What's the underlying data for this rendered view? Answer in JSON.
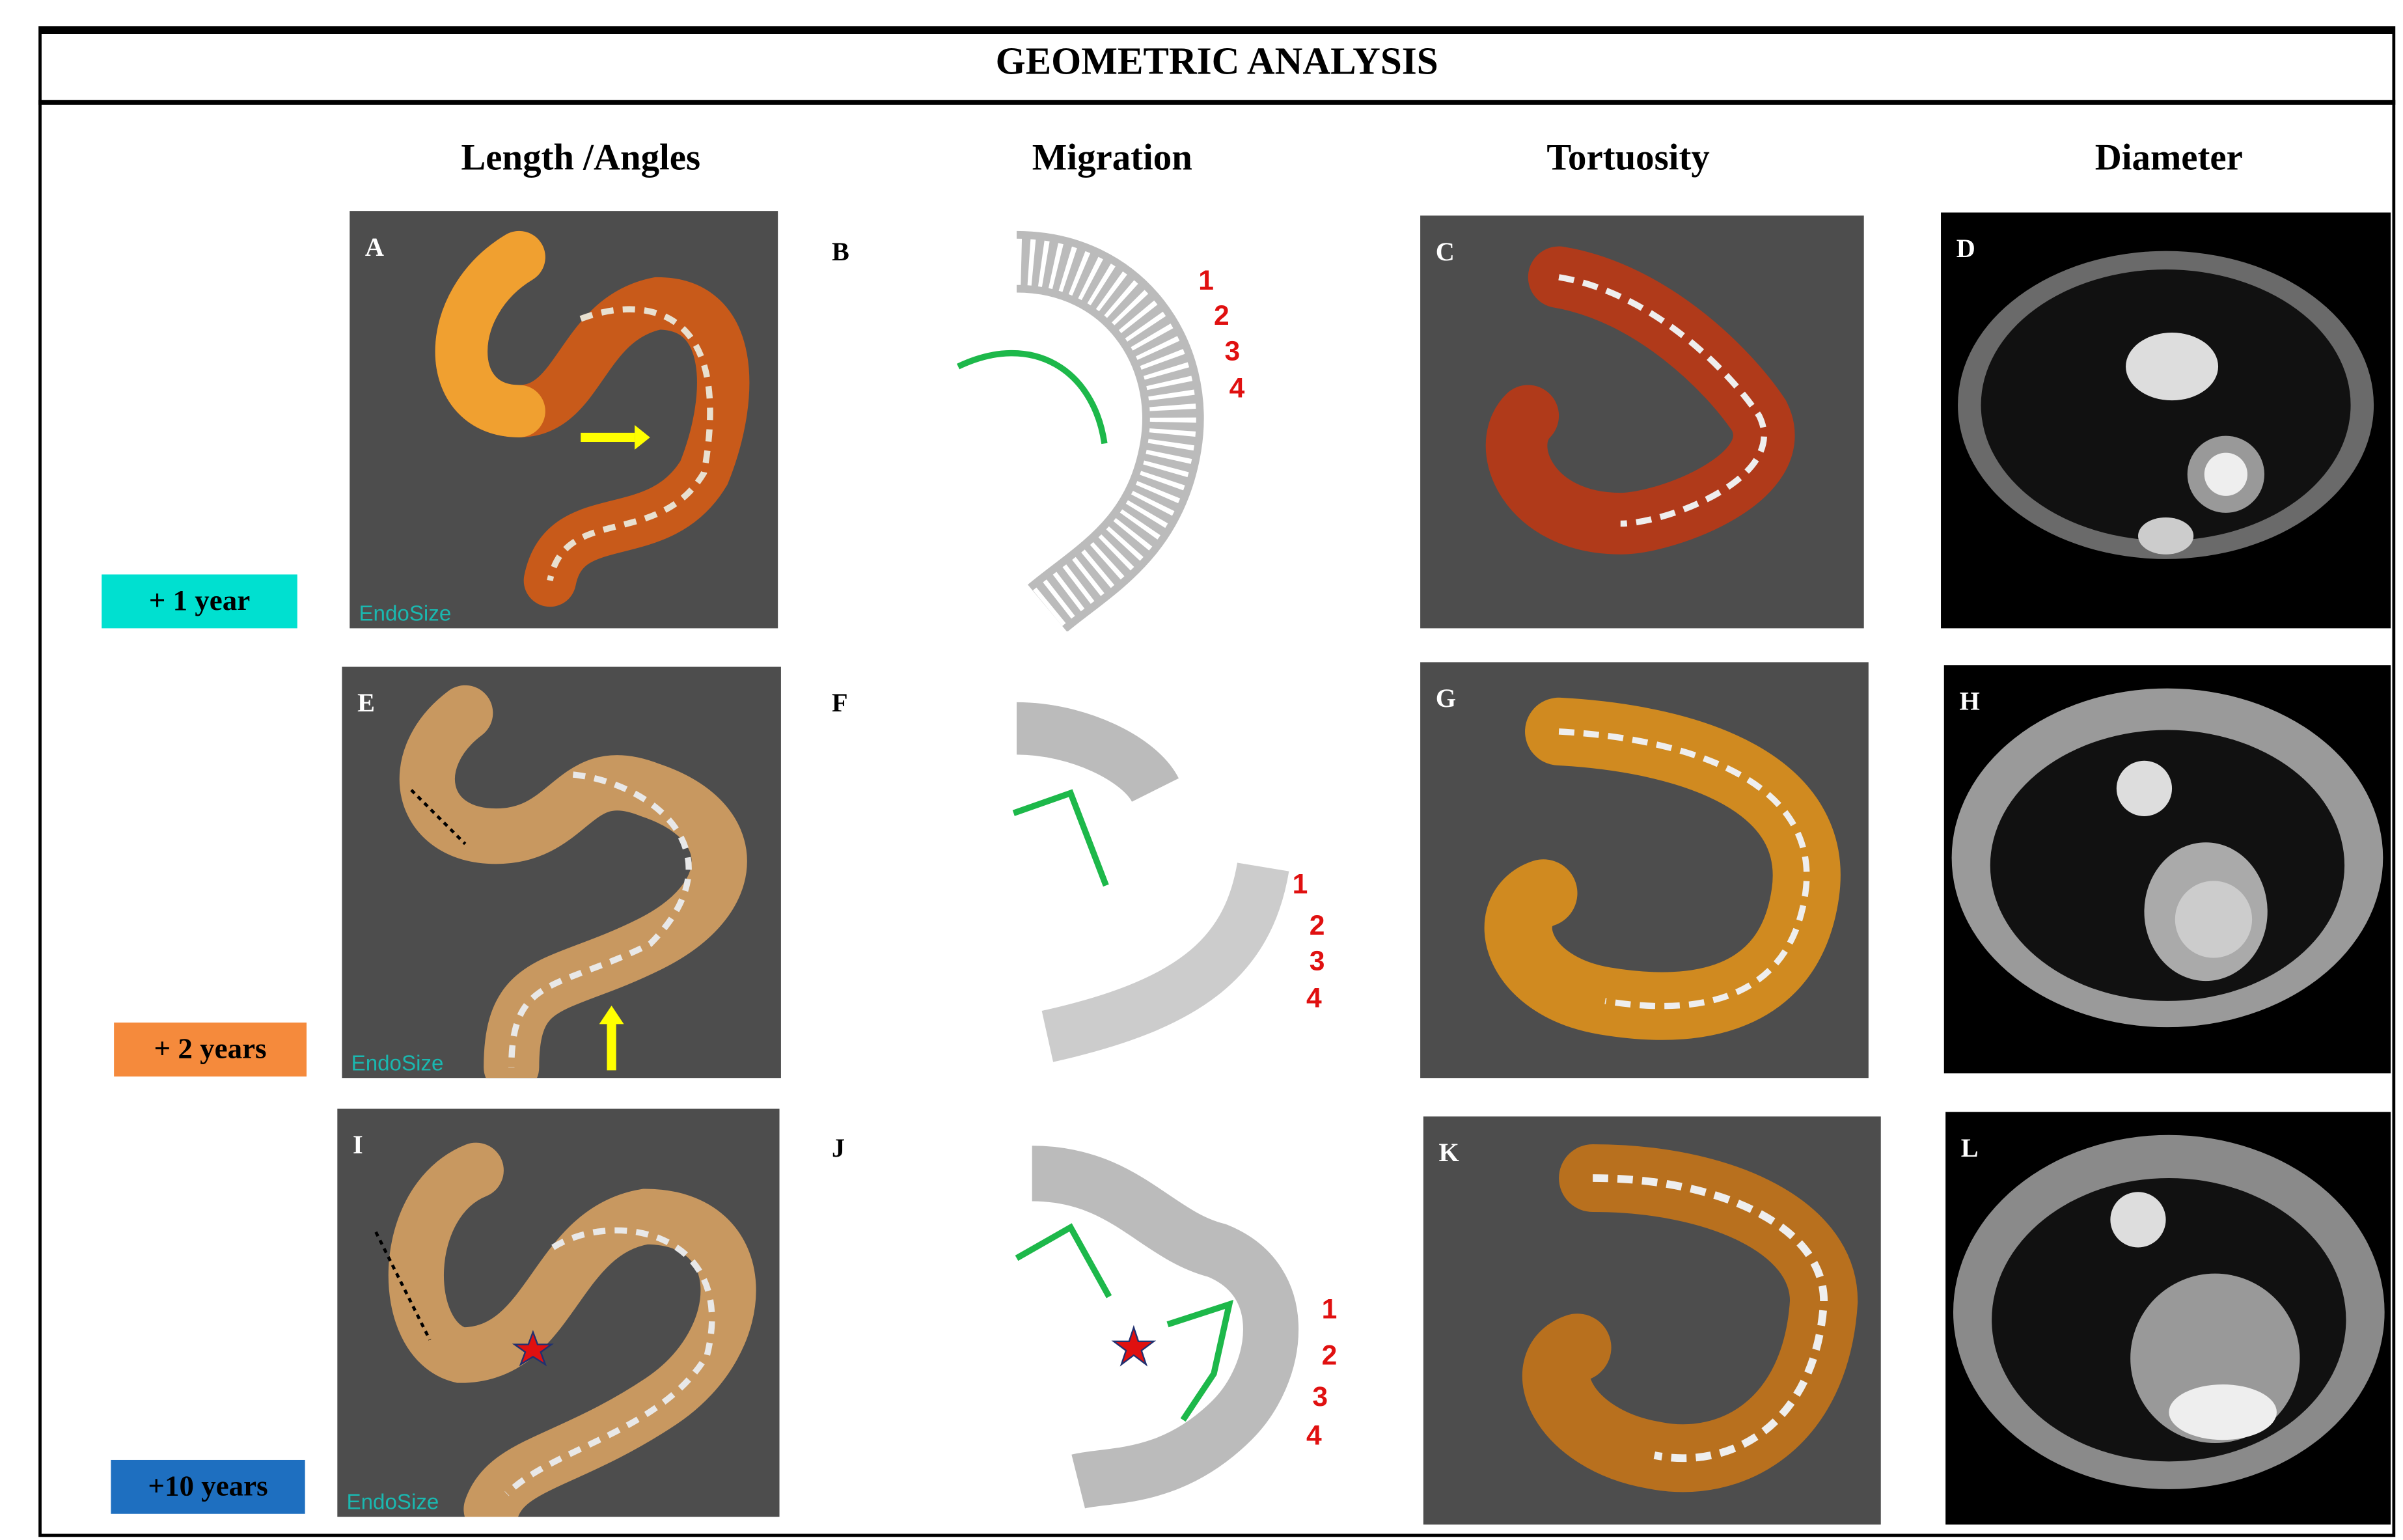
{
  "title": "GEOMETRIC ANALYSIS",
  "columns": [
    "Length /Angles",
    "Migration",
    "Tortuosity",
    "Diameter"
  ],
  "timepoints": [
    {
      "label": "+ 1 year",
      "color": "#00e0d0"
    },
    {
      "label": "+ 2 years",
      "color": "#f58a3c"
    },
    {
      "label": "+10 years",
      "color": "#1e6fc0"
    }
  ],
  "panels": {
    "A": "A",
    "B": "B",
    "C": "C",
    "D": "D",
    "E": "E",
    "F": "F",
    "G": "G",
    "H": "H",
    "I": "I",
    "J": "J",
    "K": "K",
    "L": "L"
  },
  "watermark": "EndoSize",
  "migration_markers": [
    "1",
    "2",
    "3",
    "4"
  ],
  "colors": {
    "arrow": "#ffff00",
    "migration_line": "#1db84a",
    "marker_numbers": "#e01010",
    "star": "#e01010",
    "render_background": "#4d4d4d"
  }
}
